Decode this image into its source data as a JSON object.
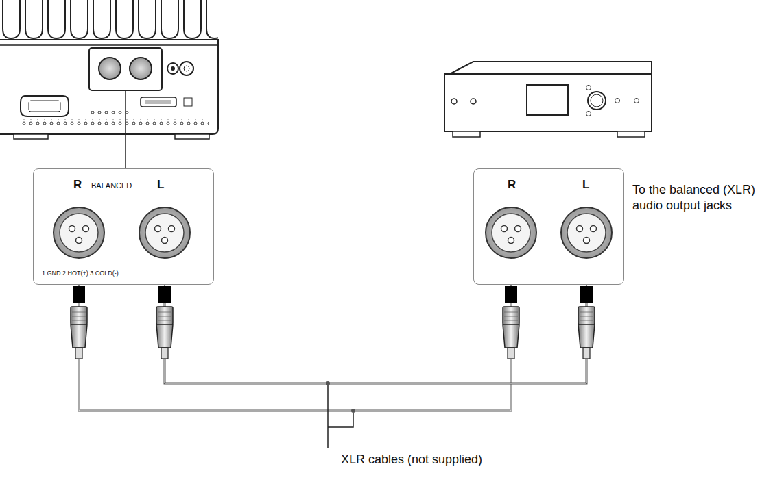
{
  "diagram": {
    "nodes": [
      {
        "text": [
          "R",
          "BALANCED",
          "L",
          "1:GND 2:HOT(+) 3:COLD(-)"
        ]
      },
      {
        "text": [
          "R",
          "L"
        ]
      }
    ],
    "edges": [
      {
        "from": 0,
        "to": 1,
        "arrow": "both"
      },
      {
        "from": 0,
        "to": 1,
        "arrow": "both"
      }
    ],
    "labels": [
      "To the balanced (XLR) audio output jacks",
      "XLR cables (not supplied)"
    ]
  }
}
